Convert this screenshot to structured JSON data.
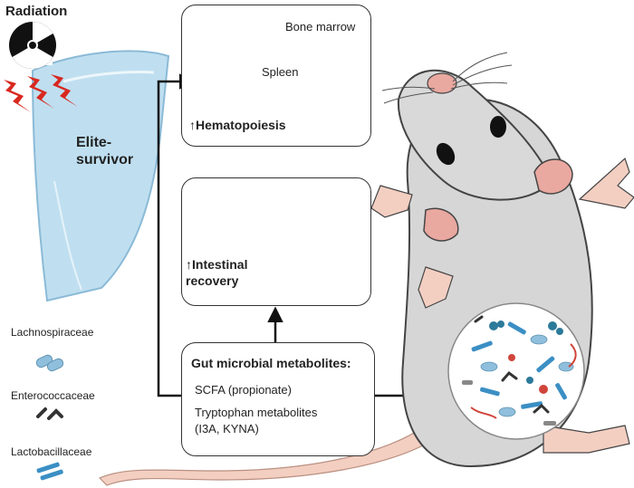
{
  "radiation_label": "Radiation",
  "shield_label": "Elite-\nsurvivor",
  "hematopoiesis_box": {
    "bone_marrow_label": "Bone marrow",
    "spleen_label": "Spleen",
    "arrow_symbol": "↑",
    "outcome_label": "Hematopoiesis"
  },
  "intestine_box": {
    "arrow_symbol": "↑",
    "outcome_label": "Intestinal\nrecovery"
  },
  "metabolites_box": {
    "title": "Gut microbial metabolites:",
    "item1": "SCFA (propionate)",
    "item2": "Tryptophan metabolites\n(I3A, KYNA)"
  },
  "legend": [
    {
      "label": "Lachnospiraceae",
      "color": "#8fbfdc"
    },
    {
      "label": "Enterococcaceae",
      "color": "#333333"
    },
    {
      "label": "Lactobacillaceae",
      "color": "#3b8fc4"
    }
  ],
  "colors": {
    "shield_fill": "#b9dcef",
    "shield_stroke": "#7fb3d3",
    "mouse_body": "#d6d6d6",
    "mouse_outline": "#444444",
    "ear_pink": "#e9a8a0",
    "tail": "#f3cfc2",
    "radiation_bolts": "#d8281f",
    "radiation_symbol": "#111111",
    "radiation_bg": "#ffffff",
    "arrow": "#111111",
    "bone_marrow_red": "#c0392b"
  }
}
